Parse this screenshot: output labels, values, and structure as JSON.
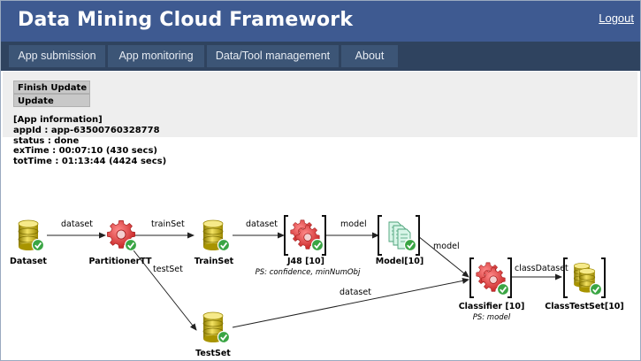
{
  "header": {
    "title": "Data Mining Cloud Framework",
    "logout_label": "Logout"
  },
  "nav": {
    "tabs": [
      "App submission",
      "App monitoring",
      "Data/Tool management",
      "About"
    ]
  },
  "actions": {
    "finish_update": "Finish Update",
    "update": "Update"
  },
  "app_info": {
    "heading": "[App information]",
    "app_id": "appId : app-63500760328778",
    "status": "status : done",
    "ex_time": "exTime : 00:07:10 (430 secs)",
    "tot_time": "totTime : 01:13:44 (4424 secs)"
  },
  "workflow": {
    "nodes": {
      "dataset": {
        "label": "Dataset",
        "icon": "database-icon"
      },
      "partitioner": {
        "label": "PartitionerTT",
        "icon": "gear-tool-icon"
      },
      "trainset": {
        "label": "TrainSet",
        "icon": "database-icon"
      },
      "j48": {
        "label": "J48 [10]",
        "ps": "PS: confidence, minNumObj",
        "icon": "gear-array-icon"
      },
      "model": {
        "label": "Model[10]",
        "icon": "document-array-icon"
      },
      "testset": {
        "label": "TestSet",
        "icon": "database-icon"
      },
      "classifier": {
        "label": "Classifier [10]",
        "ps": "PS: model",
        "icon": "gear-array-icon"
      },
      "classtestset": {
        "label": "ClassTestSet[10]",
        "icon": "database-array-icon"
      }
    },
    "edges": {
      "dataset_partitioner": "dataset",
      "partitioner_trainset": "trainSet",
      "partitioner_testset": "testSet",
      "trainset_j48": "dataset",
      "j48_model": "model",
      "model_classifier": "model",
      "testset_classifier": "dataset",
      "classifier_classtestset": "classDataset"
    },
    "colors": {
      "database": "#c7b000",
      "gear": "#d02828",
      "document": "#7fcfa8",
      "check": "#3aa544"
    }
  }
}
